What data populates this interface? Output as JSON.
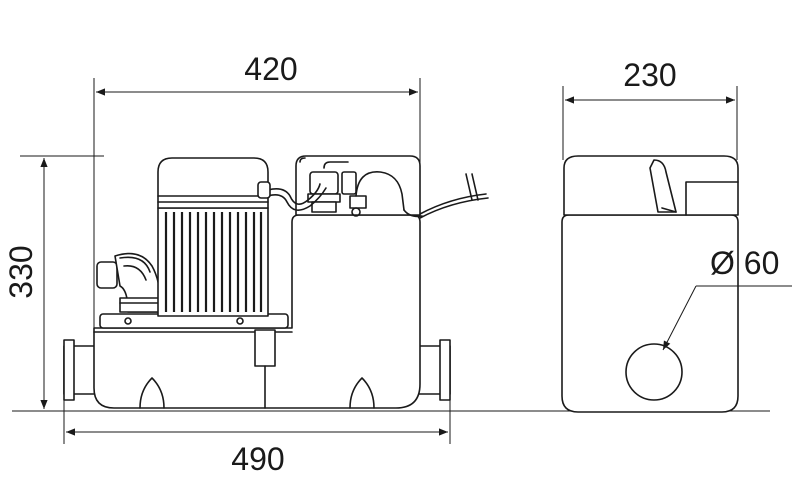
{
  "dimensions": {
    "top_width": "420",
    "side_width": "230",
    "height": "330",
    "base_width": "490",
    "outlet_diameter": "Ø 60"
  },
  "colors": {
    "line": "#1a1a1a",
    "background": "#ffffff"
  }
}
